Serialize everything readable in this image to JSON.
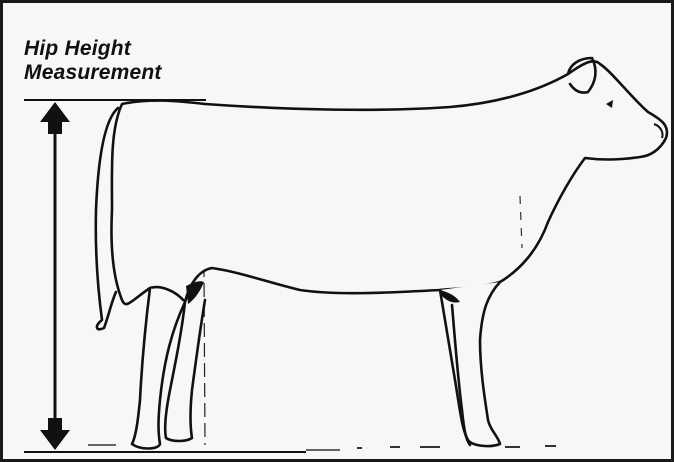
{
  "label": {
    "line1": "Hip Height",
    "line2": "Measurement"
  },
  "colors": {
    "ink": "#111111",
    "background": "#f7f7f5",
    "frame": "#1a1a1a"
  },
  "icons": [
    "double-headed-arrow-icon",
    "cow-silhouette"
  ]
}
